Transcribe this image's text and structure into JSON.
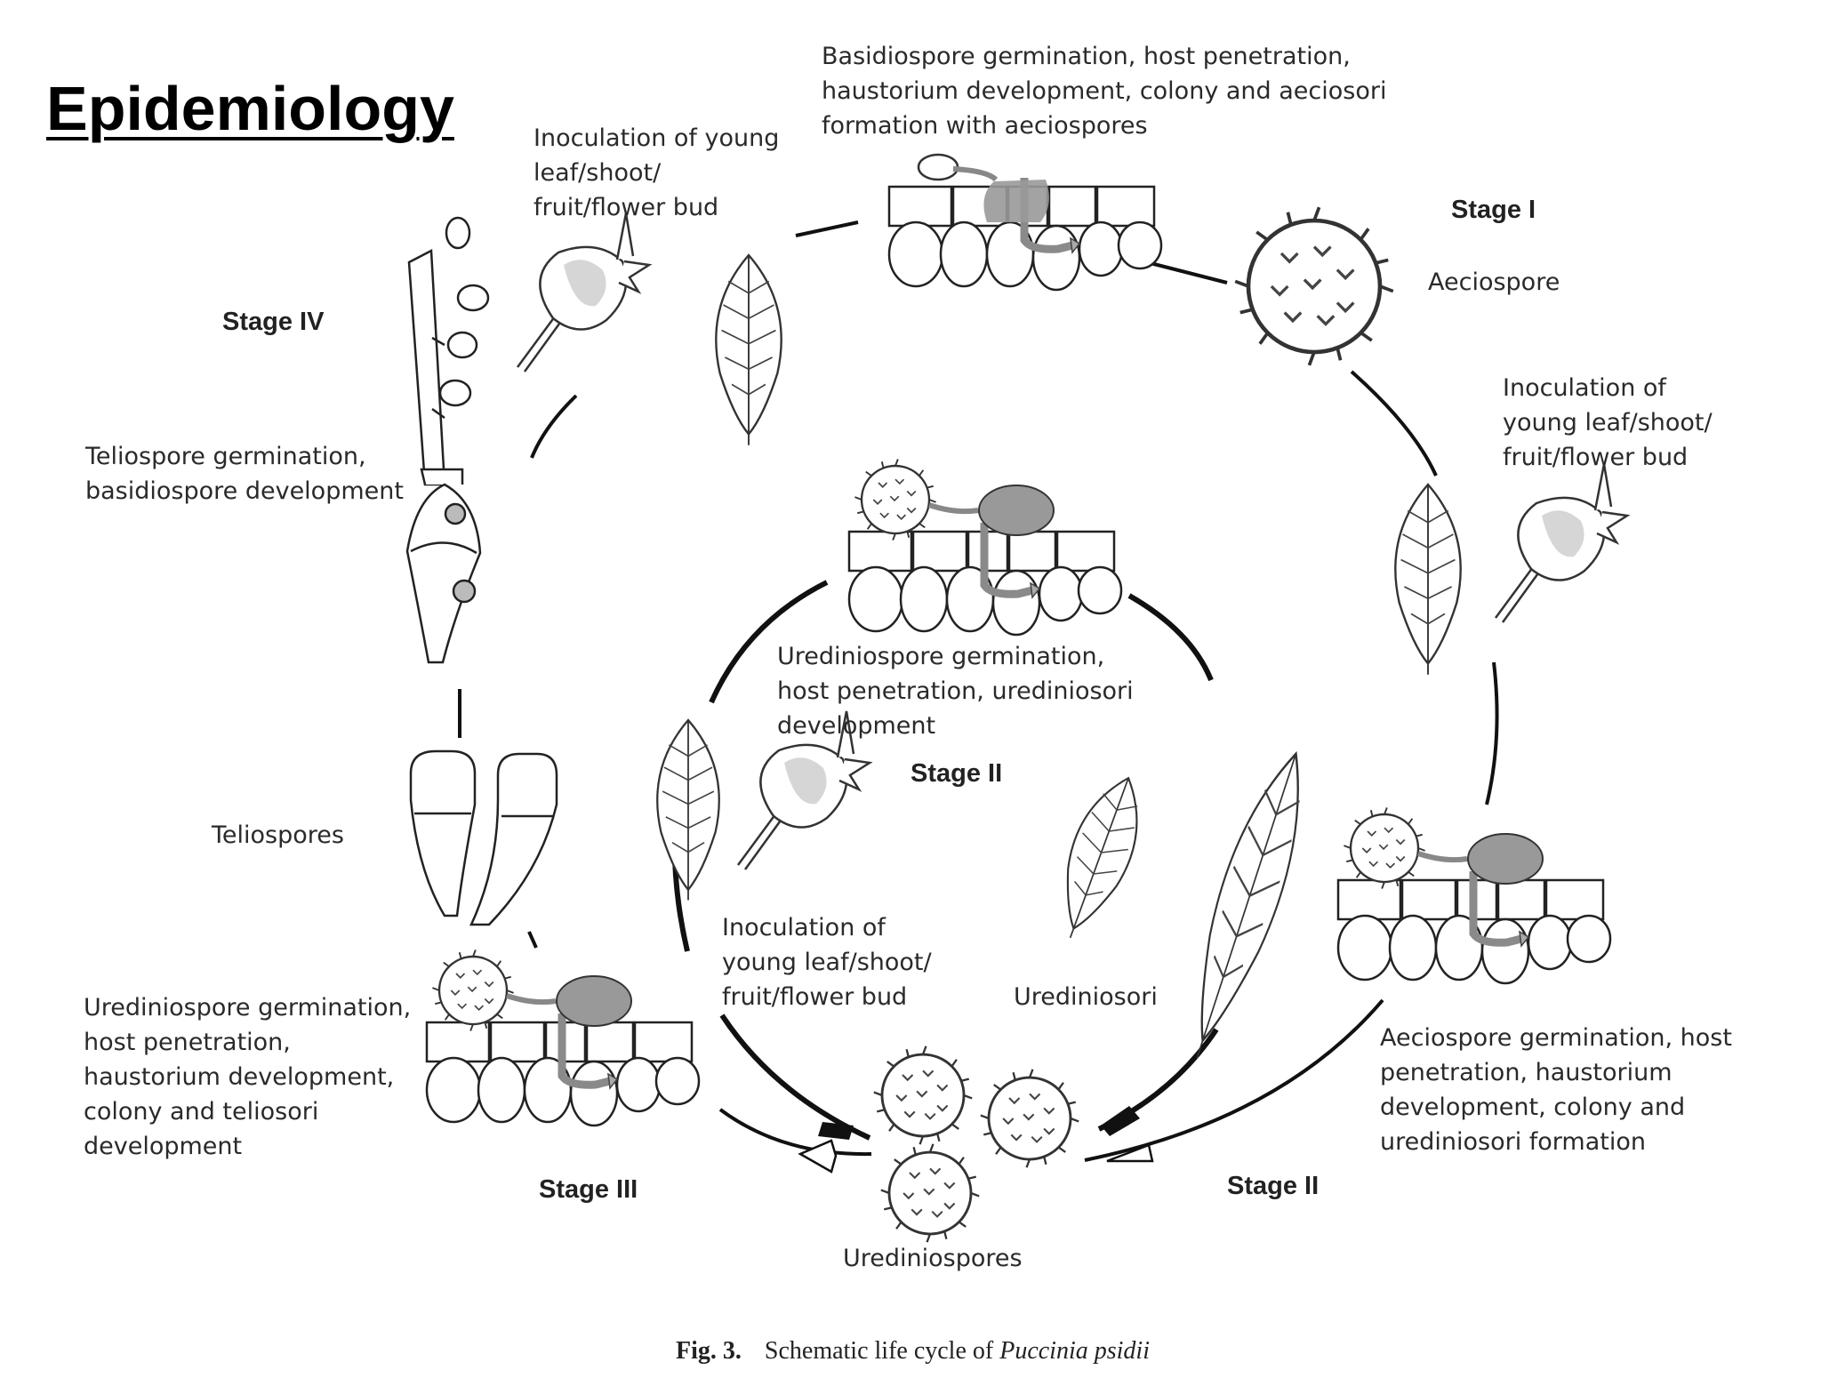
{
  "slide": {
    "title": "Epidemiology"
  },
  "labels": {
    "basidiospore_germination": "Basidiospore germination, host penetration,\nhaustorium development, colony and aeciosori\nformation with aeciospores",
    "inoculation_top": "Inoculation of young\nleaf/shoot/\nfruit/flower bud",
    "aeciospore": "Aeciospore",
    "inoculation_right": "Inoculation of\nyoung leaf/shoot/\nfruit/flower bud",
    "teliospore_germination": "Teliospore germination,\nbasidiospore development",
    "urediniospore_germination_center": "Urediniospore germination,\nhost penetration, urediniosori\ndevelopment",
    "teliospores": "Teliospores",
    "inoculation_center": "Inoculation of\nyoung leaf/shoot/\nfruit/flower bud",
    "urediniosori": "Urediniosori",
    "urediniospore_germination_left": "Urediniospore germination,\nhost penetration,\nhaustorium development,\ncolony and teliosori\ndevelopment",
    "aeciospore_germination": "Aeciospore germination, host\npenetration, haustorium\ndevelopment, colony and\nurediniosori formation",
    "urediniospores": "Urediniospores"
  },
  "stages": {
    "stage_1": "Stage I",
    "stage_2_center": "Stage II",
    "stage_2_right": "Stage II",
    "stage_3": "Stage III",
    "stage_4": "Stage IV"
  },
  "caption": {
    "fig": "Fig. 3.",
    "text": "Schematic life cycle of ",
    "species": "Puccinia psidii"
  }
}
